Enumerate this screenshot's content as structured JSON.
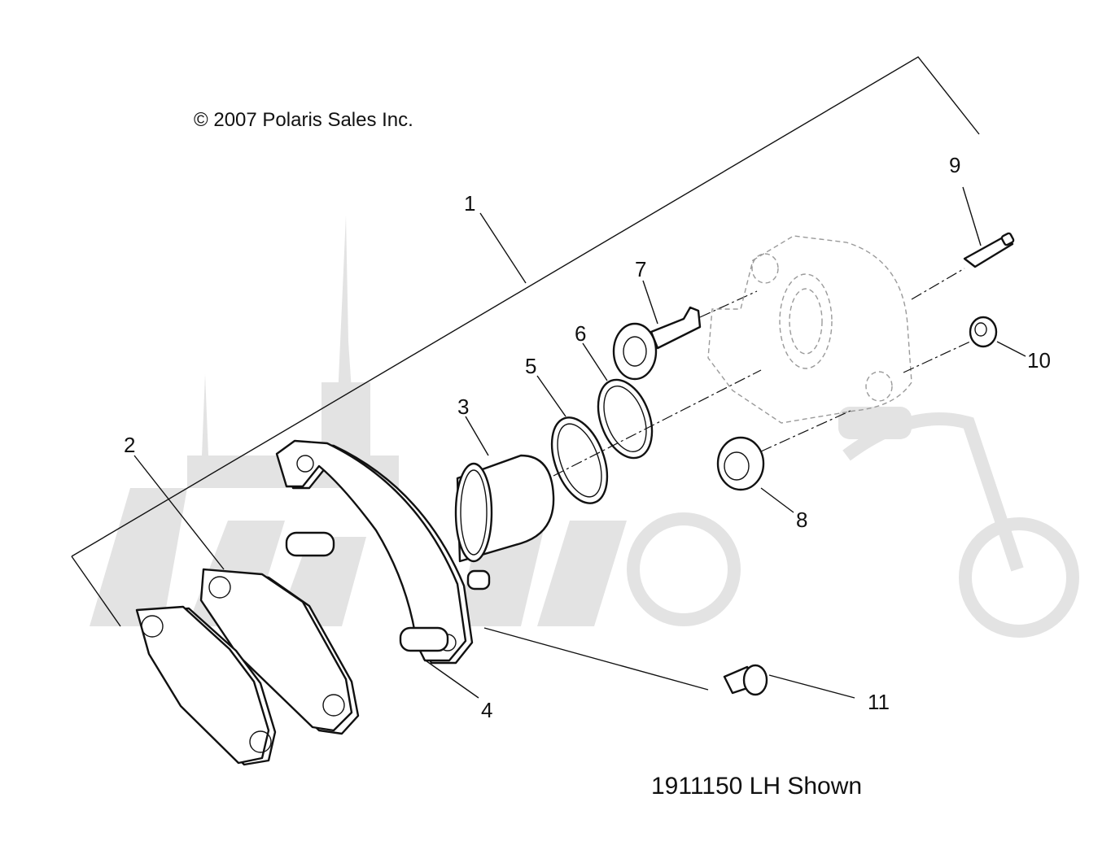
{
  "copyright": "© 2007 Polaris Sales Inc.",
  "caption": "1911150 LH Shown",
  "callouts": [
    {
      "id": "1",
      "label": "1"
    },
    {
      "id": "2",
      "label": "2"
    },
    {
      "id": "3",
      "label": "3"
    },
    {
      "id": "4",
      "label": "4"
    },
    {
      "id": "5",
      "label": "5"
    },
    {
      "id": "6",
      "label": "6"
    },
    {
      "id": "7",
      "label": "7"
    },
    {
      "id": "8",
      "label": "8"
    },
    {
      "id": "9",
      "label": "9"
    },
    {
      "id": "10",
      "label": "10"
    },
    {
      "id": "11",
      "label": "11"
    }
  ],
  "colors": {
    "line": "#111111",
    "watermark": "#e3e3e3",
    "background": "#ffffff"
  }
}
